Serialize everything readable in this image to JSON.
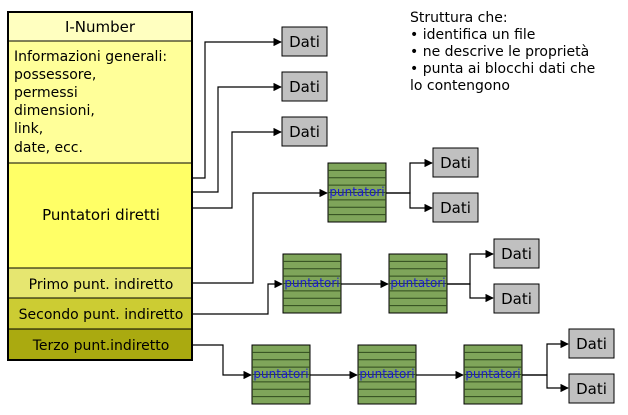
{
  "inode": {
    "title": "I-Number",
    "general_lines": [
      "Informazioni generali:",
      "possessore,",
      "permessi",
      "dimensioni,",
      "link,",
      "date, ecc."
    ],
    "direct_label": "Puntatori diretti",
    "first_indirect": "Primo punt. indiretto",
    "second_indirect": "Secondo punt. indiretto",
    "third_indirect": "Terzo punt.indiretto",
    "colors": {
      "title_bg": "#ffffc0",
      "general_bg": "#ffff99",
      "direct_bg": "#ffff66",
      "first_bg": "#e6e670",
      "second_bg": "#cccc33",
      "third_bg": "#aaaa10"
    }
  },
  "note": {
    "lines": [
      "Struttura che:",
      "• identifica un file",
      "• ne descrive le proprietà",
      "• punta ai blocchi dati che",
      "lo contengono"
    ]
  },
  "labels": {
    "data": "Dati",
    "pointers": "puntatori"
  }
}
